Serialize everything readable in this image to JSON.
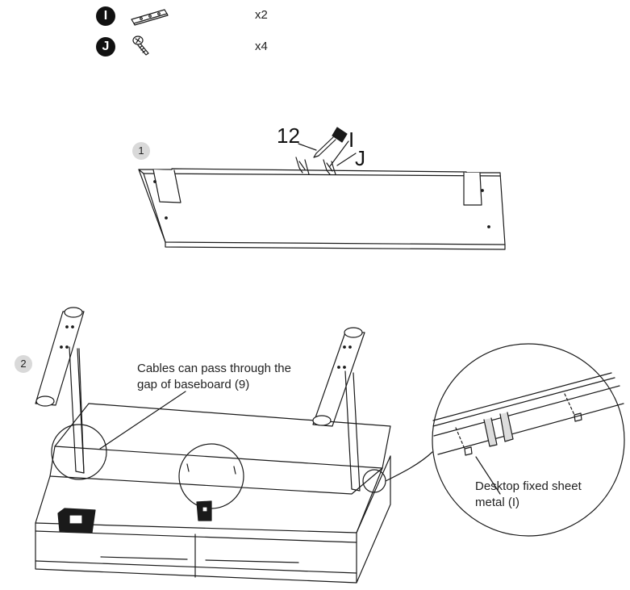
{
  "parts": [
    {
      "letter": "I",
      "qty": "x2",
      "icon": "sheet-metal-icon"
    },
    {
      "letter": "J",
      "qty": "x4",
      "icon": "screw-icon"
    }
  ],
  "step1": {
    "number": "1",
    "tool_label": "12",
    "part_label_i": "I",
    "part_label_j": "J"
  },
  "step2": {
    "number": "2",
    "callout_cables_line1": "Cables can pass through the",
    "callout_cables_line2": "gap of baseboard (9)",
    "callout_metal_line1": "Desktop fixed sheet",
    "callout_metal_line2": "metal (I)"
  }
}
